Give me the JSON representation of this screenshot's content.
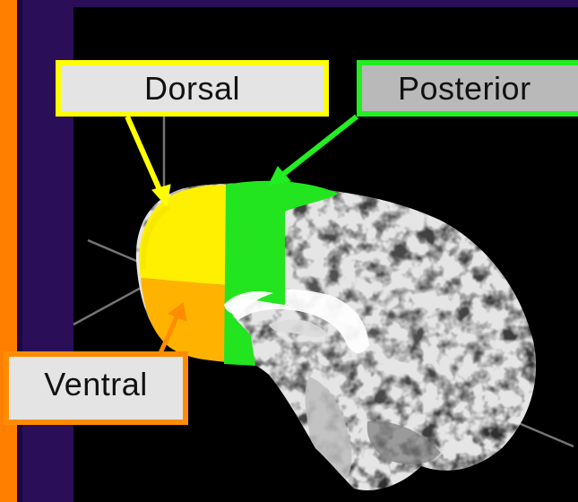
{
  "labels": {
    "dorsal": "Dorsal",
    "posterior": "Posterior",
    "ventral": "Ventral"
  },
  "colors": {
    "dorsal": "#ffff00",
    "posterior": "#22ee22",
    "ventral": "#ffb400",
    "frame_orange": "#ff7f00",
    "frame_purple": "#2a0f58"
  }
}
